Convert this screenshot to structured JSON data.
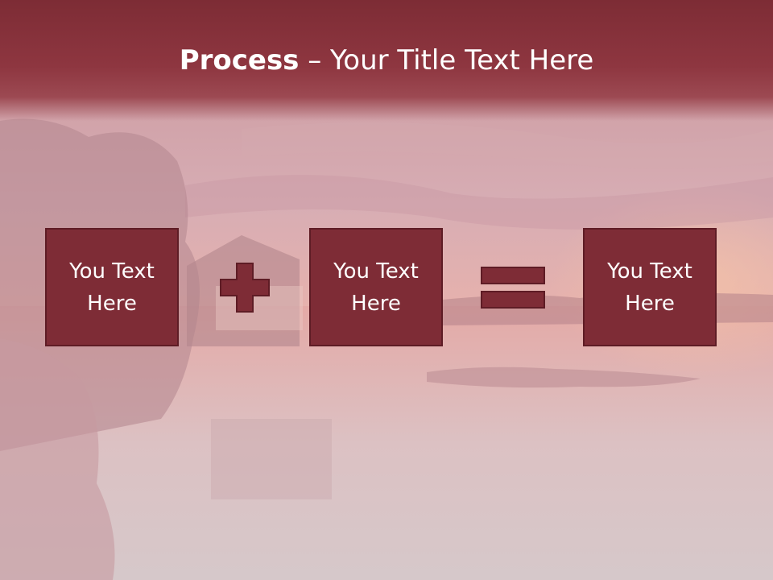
{
  "slide": {
    "title_bold": "Process",
    "title_rest": " – Your Title Text Here"
  },
  "boxes": [
    {
      "label": "You Text Here"
    },
    {
      "label": "You Text Here"
    },
    {
      "label": "You Text Here"
    }
  ],
  "colors": {
    "title_band": "#8e3640",
    "box_fill": "#7e2c36",
    "box_border": "#5e1c25",
    "text": "#ffffff"
  },
  "icons": [
    "plus-icon",
    "equals-icon"
  ]
}
